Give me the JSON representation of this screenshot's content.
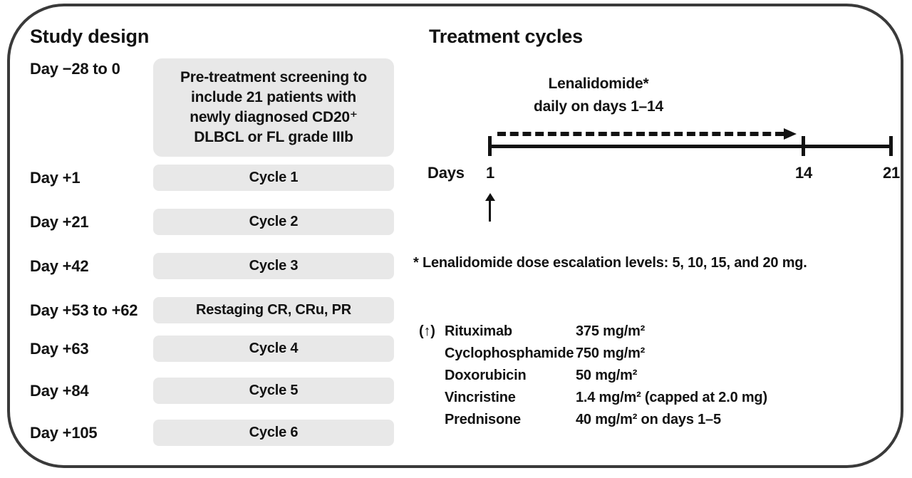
{
  "colors": {
    "frame_border": "#3a3a3a",
    "box_background": "#e8e8e8",
    "text": "#121212"
  },
  "study": {
    "title": "Study design",
    "rows": [
      {
        "label": "Day −28 to 0",
        "box_lines": [
          "Pre-treatment screening to",
          "include 21 patients with",
          "newly diagnosed CD20⁺",
          "DLBCL or FL grade IIIb"
        ]
      },
      {
        "label": "Day +1",
        "box": "Cycle 1"
      },
      {
        "label": "Day +21",
        "box": "Cycle 2"
      },
      {
        "label": "Day +42",
        "box": "Cycle 3"
      },
      {
        "label": "Day +53 to +62",
        "box": "Restaging CR, CRu, PR"
      },
      {
        "label": "Day +63",
        "box": "Cycle 4"
      },
      {
        "label": "Day +84",
        "box": "Cycle 5"
      },
      {
        "label": "Day +105",
        "box": "Cycle 6"
      }
    ]
  },
  "treatment": {
    "title": "Treatment cycles",
    "annotation_lines": [
      "Lenalidomide*",
      "daily on days 1–14"
    ],
    "days_label": "Days",
    "ticks": [
      "1",
      "14",
      "21"
    ],
    "footnote": "* Lenalidomide dose escalation levels: 5, 10, 15, and 20 mg.",
    "arrow_prefix": "(↑)",
    "drugs": [
      {
        "name": "Rituximab",
        "dose": "375 mg/m²"
      },
      {
        "name": "Cyclophosphamide",
        "dose": "750 mg/m²"
      },
      {
        "name": "Doxorubicin",
        "dose": "50 mg/m²"
      },
      {
        "name": "Vincristine",
        "dose": "1.4 mg/m² (capped at 2.0 mg)"
      },
      {
        "name": "Prednisone",
        "dose": "40 mg/m² on days 1–5"
      }
    ]
  }
}
